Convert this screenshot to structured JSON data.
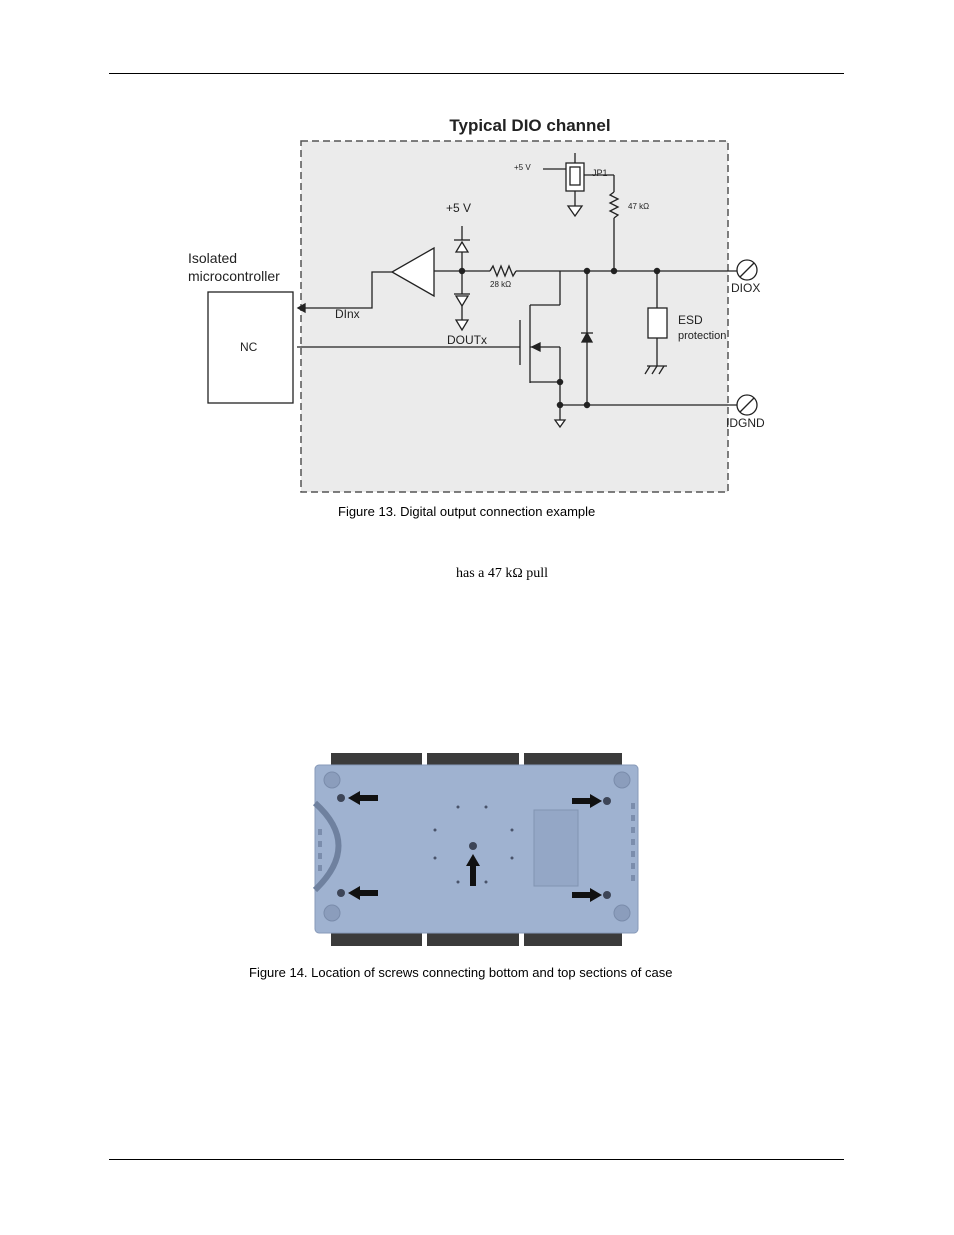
{
  "figure13": {
    "title": "Typical DIO channel",
    "caption": "Figure 13. Digital output connection example",
    "labels": {
      "supply_top": "+5 V",
      "jumper": "JP1",
      "pullup_resistor": "47 kΩ",
      "supply_main": "+5 V",
      "isolated_line1": "Isolated",
      "isolated_line2": "microcontroller",
      "series_resistor": "28 kΩ",
      "dio_terminal": "DIOX",
      "esd_line1": "ESD",
      "esd_line2": "protection",
      "din": "DInx",
      "dout": "DOUTx",
      "nc": "NC",
      "idgnd_terminal": "IDGND"
    }
  },
  "paragraph_fragment": "has a 47 kΩ pull",
  "figure14": {
    "caption": "Figure 14. Location of screws connecting bottom and top sections of case"
  }
}
